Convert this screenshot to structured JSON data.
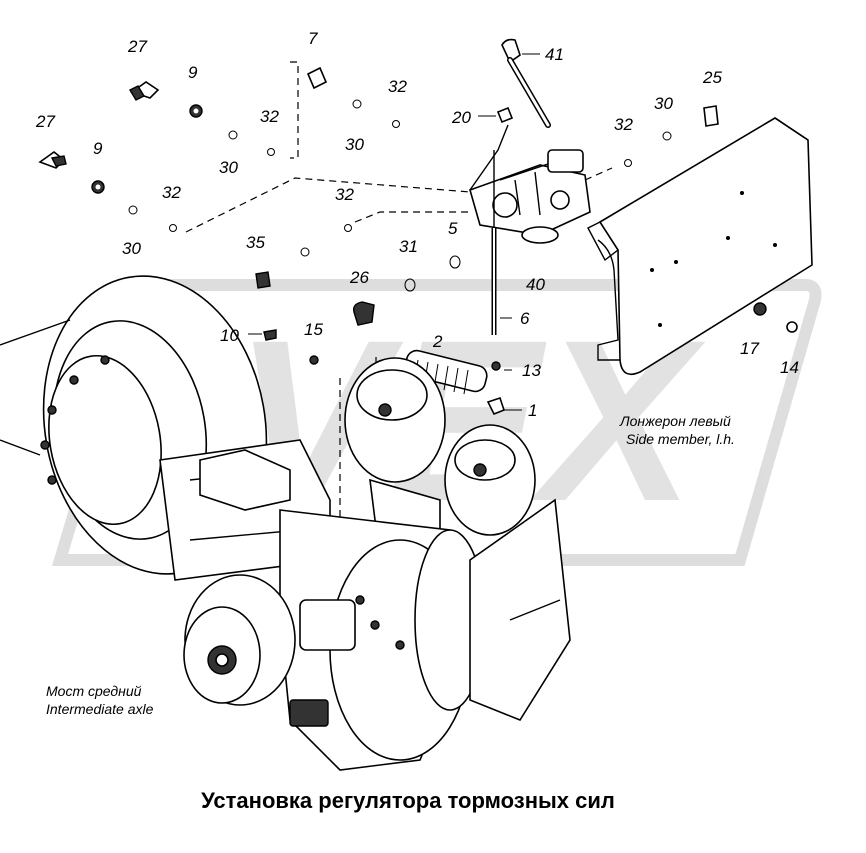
{
  "title": "Установка регулятора тормозных сил",
  "watermark": "IVEX",
  "captions": {
    "side_member_ru": "Лонжерон левый",
    "side_member_en": "Side member, l.h.",
    "axle_ru": "Мост средний",
    "axle_en": "Intermediate axle"
  },
  "callouts": [
    "27",
    "9",
    "7",
    "41",
    "32",
    "20",
    "30",
    "25",
    "27",
    "9",
    "32",
    "30",
    "32",
    "30",
    "32",
    "30",
    "32",
    "5",
    "35",
    "31",
    "40",
    "26",
    "15",
    "10",
    "6",
    "2",
    "13",
    "1",
    "17",
    "14"
  ]
}
